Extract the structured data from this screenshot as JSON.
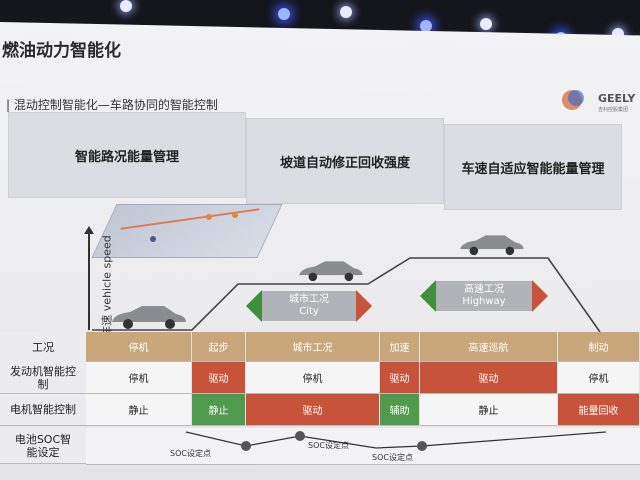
{
  "slide": {
    "title": "燃油动力智能化",
    "subtitle": "| 混动控制智能化—车路协同的智能控制",
    "brand": "GEELY",
    "brand_sub": "吉利控股集团"
  },
  "headers": [
    {
      "label": "智能路况能量管理"
    },
    {
      "label": "坡道自动修正回收强度"
    },
    {
      "label": "车速自适应智能能量管理"
    }
  ],
  "chart": {
    "ylabel": "车速 vehicle speed",
    "arrows": [
      {
        "cn": "城市工况",
        "en": "City"
      },
      {
        "cn": "高速工况",
        "en": "Highway"
      }
    ]
  },
  "table": {
    "rows": [
      {
        "label": "工况",
        "cells": [
          {
            "text": "停机",
            "color": "tan"
          },
          {
            "text": "起步",
            "color": "tan"
          },
          {
            "text": "城市工况",
            "color": "tan"
          },
          {
            "text": "加速",
            "color": "tan"
          },
          {
            "text": "高速巡航",
            "color": "tan"
          },
          {
            "text": "制动",
            "color": "tan"
          }
        ]
      },
      {
        "label": "发动机智能控制",
        "cells": [
          {
            "text": "停机",
            "color": "white"
          },
          {
            "text": "驱动",
            "color": "red"
          },
          {
            "text": "停机",
            "color": "white"
          },
          {
            "text": "驱动",
            "color": "red"
          },
          {
            "text": "驱动",
            "color": "red"
          },
          {
            "text": "停机",
            "color": "white"
          }
        ]
      },
      {
        "label": "电机智能控制",
        "cells": [
          {
            "text": "静止",
            "color": "white"
          },
          {
            "text": "静止",
            "color": "green"
          },
          {
            "text": "驱动",
            "color": "red"
          },
          {
            "text": "辅助",
            "color": "green"
          },
          {
            "text": "静止",
            "color": "white"
          },
          {
            "text": "能量回收",
            "color": "red"
          }
        ]
      }
    ],
    "soc_label": "电池SOC智能设定",
    "soc_points": [
      "SOC设定点",
      "SOC设定点",
      "SOC设定点"
    ]
  },
  "colors": {
    "tan": "#c9a77a",
    "red": "#c7533a",
    "green": "#4f9a4c",
    "arrow_green": "#3f8f3c",
    "arrow_red": "#c7533a"
  }
}
